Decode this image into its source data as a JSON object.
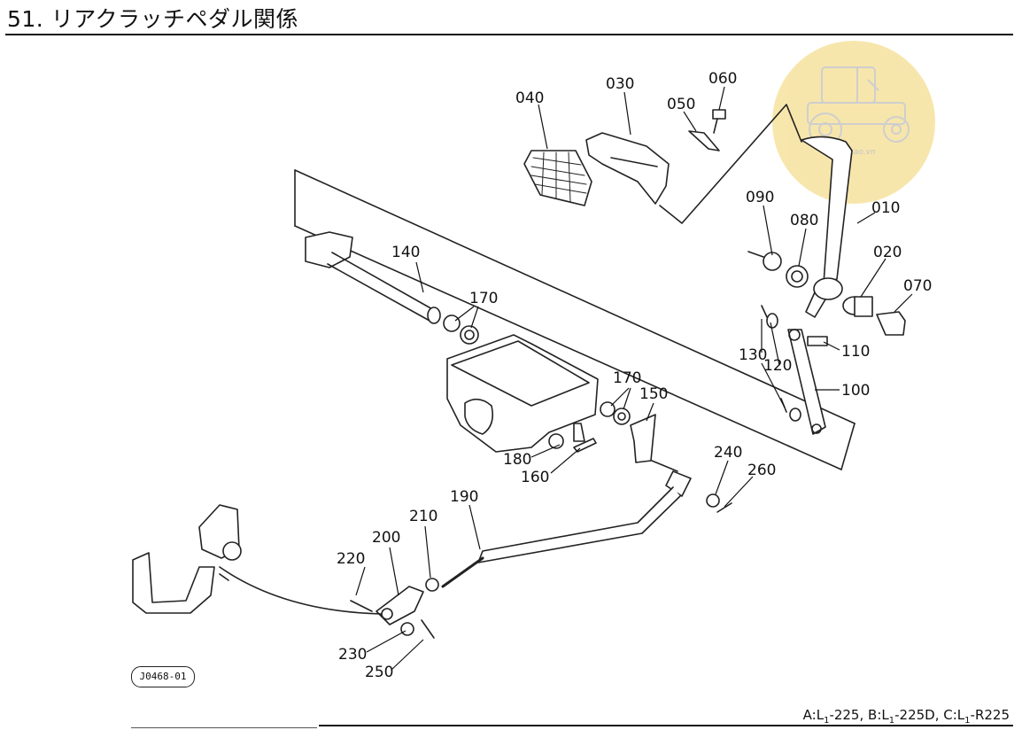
{
  "title": "51. リアクラッチペダル関係",
  "doc_code": "J0468-01",
  "footer": {
    "a": "A:L",
    "a_sub": "1",
    "a_model": "-225,",
    "b": "B:L",
    "b_sub": "1",
    "b_model": "-225D,",
    "c": "C:L",
    "c_sub": "1",
    "c_model": "-R225"
  },
  "logo_text": "maycao.vn",
  "callouts": {
    "c010": "010",
    "c020": "020",
    "c030": "030",
    "c040": "040",
    "c050": "050",
    "c060": "060",
    "c070": "070",
    "c080": "080",
    "c090": "090",
    "c100": "100",
    "c110": "110",
    "c120": "120",
    "c130": "130",
    "c140": "140",
    "c150": "150",
    "c160": "160",
    "c170a": "170",
    "c170b": "170",
    "c180": "180",
    "c190": "190",
    "c200": "200",
    "c210": "210",
    "c220": "220",
    "c230": "230",
    "c240": "240",
    "c250": "250",
    "c260": "260"
  },
  "colors": {
    "logo": "#f7e4a4",
    "ink": "#111111"
  }
}
